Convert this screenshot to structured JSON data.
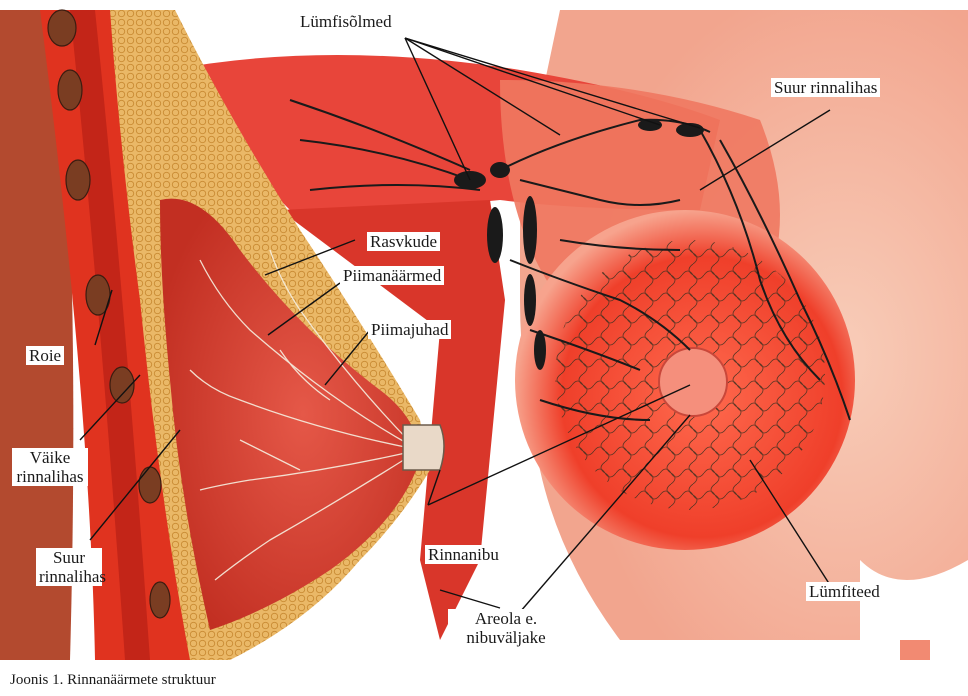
{
  "labels": {
    "lumph_nodes": "Lümfisõlmed",
    "pectoralis_major_right": "Suur rinnalihas",
    "fat_tissue": "Rasvkude",
    "mammary_glands": "Piimanäärmed",
    "milk_ducts": "Piimajuhad",
    "rib": "Roie",
    "pectoralis_minor": "Väike rinnalihas",
    "pectoralis_major_left": "Suur rinnalihas",
    "nipple": "Rinnanibu",
    "areola": "Areola e. nibuväljake",
    "lymph_vessels": "Lümfiteed"
  },
  "caption": "Joonis 1. Rinnanäärmete struktuur",
  "colors": {
    "muscle": "#e23a28",
    "muscle_dark": "#b71f16",
    "skin": "#f6b8a4",
    "fat": "#e8b45a",
    "lymph": "#1a1a1a",
    "bone": "#8a4b2a"
  }
}
